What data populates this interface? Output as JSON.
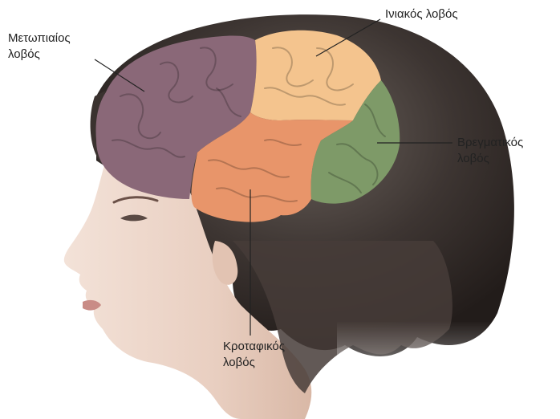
{
  "labels": {
    "frontal": {
      "line1": "Μετωπιαίος",
      "line2": "λοβός"
    },
    "occipital": {
      "line1": "Ινιακός λοβός"
    },
    "parietal": {
      "line1": "Βρεγματικός",
      "line2": "λοβός"
    },
    "temporal": {
      "line1": "Κροταφικός",
      "line2": "λοβός"
    }
  },
  "colors": {
    "frontal_lobe": "#8a6878",
    "occipital_lobe": "#f4c48e",
    "parietal_lobe": "#7e9a68",
    "temporal_lobe": "#e8956a",
    "hair": "#3b3330",
    "skin": "#efd9cc",
    "leader_line": "#222222"
  }
}
